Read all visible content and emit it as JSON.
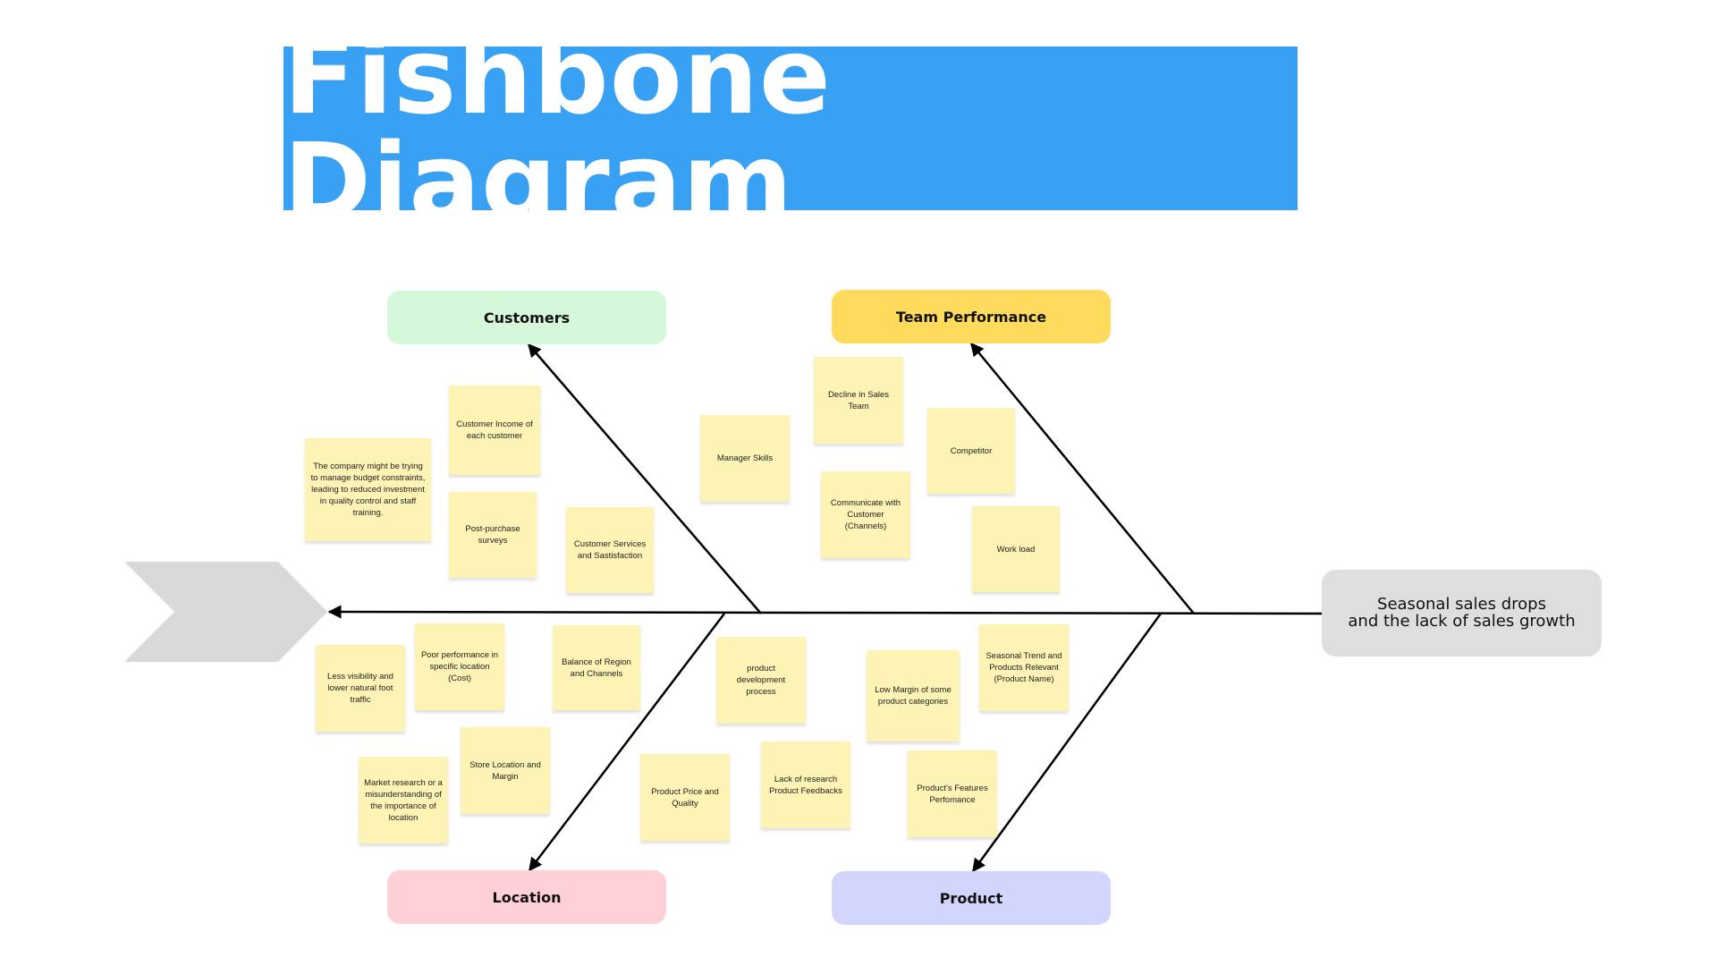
{
  "title": "Fishbone Diagram",
  "effect": {
    "line1": "Seasonal sales drops",
    "line2": "and the lack of sales growth"
  },
  "categories": {
    "customers": "Customers",
    "team_performance": "Team Performance",
    "location": "Location",
    "product": "Product"
  },
  "notes": {
    "budget": "The company might be trying to manage budget constraints, leading to reduced investment in quality control and staff training.",
    "customer_income": "Customer Income of each customer",
    "post_purchase": "Post-purchase surveys",
    "customer_services": "Customer Services and Sastisfaction",
    "manager_skills": "Manager Skills",
    "decline_sales_team": "Decline in Sales Team",
    "competitor": "Competitor",
    "communicate_channels": "Communicate with Customer (Channels)",
    "work_load": "Work load",
    "less_visibility": "Less visibility and lower natural foot traffic",
    "poor_performance": "Poor performance in specific location (Cost)",
    "balance_region": "Balance of Region and Channels",
    "market_research": "Market research or a misunderstanding of the importance of location",
    "store_location": "Store Location and Margin",
    "product_development": "product development process",
    "product_price": "Product Price and Quality",
    "lack_research": "Lack of research Product Feedbacks",
    "low_margin": "Low Margin of some product categories",
    "seasonal_trend": "Seasonal Trend and Products Relevant (Product Name)",
    "product_features": "Product's Features Perfomance"
  },
  "colors": {
    "banner": "#38a1f4",
    "customers": "#d5f8db",
    "team_performance": "#fedb5d",
    "location": "#ffd0d6",
    "product": "#d3d6fc",
    "effect": "#dedede",
    "note": "#fdf3b5",
    "fish_head_arrow": "#d9d9d9"
  }
}
